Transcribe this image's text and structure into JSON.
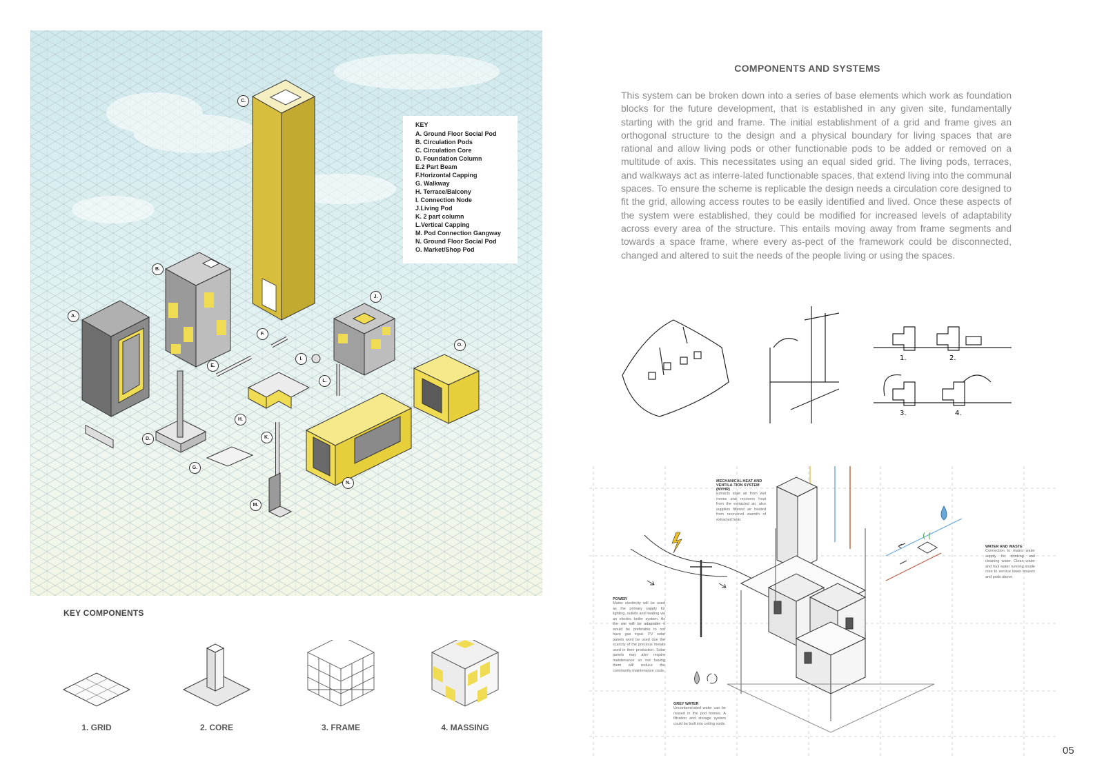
{
  "key": {
    "title": "KEY",
    "items": [
      "A.  Ground Floor Social Pod",
      "B.  Circulation Pods",
      "C.  Circulation Core",
      "D.  Foundation Column",
      "E.2 Part Beam",
      "F.Horizontal Capping",
      "G.  Walkway",
      "H.  Terrace/Balcony",
      "I. Connection Node",
      "J.Living Pod",
      "K.  2 part column",
      "L.Vertical Capping",
      "M.  Pod Connection Gangway",
      "N.  Ground Floor Social Pod",
      "O.  Market/Shop Pod"
    ]
  },
  "callouts": {
    "a": "A.",
    "b": "B.",
    "c": "C.",
    "d": "D.",
    "e": "E.",
    "f": "F.",
    "g": "G.",
    "h": "H.",
    "i": "I.",
    "j": "J.",
    "k": "K.",
    "l": "L.",
    "m": "M.",
    "n": "N.",
    "o": "O."
  },
  "key_components": {
    "title": "KEY COMPONENTS",
    "items": [
      "1. GRID",
      "2. CORE",
      "3. FRAME",
      "4. MASSING"
    ]
  },
  "article": {
    "heading": "COMPONENTS AND SYSTEMS",
    "body": "This system can be broken down into a series of base elements which work as foundation blocks for the future development, that is established in any given site, fundamentally starting with the grid and frame. The initial establishment of a grid and frame gives an orthogonal structure to the design and a physical boundary for living spaces that are rational and allow living pods or other functionable pods to be added or removed on a multitude of axis. This necessitates using an equal sided grid. The living pods, terraces, and walkways act as interre-lated functionable spaces, that extend living into the communal spaces. To ensure the scheme is replicable the design needs a circulation core designed to fit the grid, allowing access routes to be easily identified and lived. Once these aspects of the system were established, they could be modified for increased levels of adaptability across every area of the structure. This entails moving away from frame segments and towards a space frame, where every as-pect of the framework could be disconnected, changed and altered to suit the needs of the people living or using the spaces."
  },
  "sketches": {
    "numbers": [
      "1.",
      "2.",
      "3.",
      "4."
    ]
  },
  "systems": {
    "mvhr": {
      "title": "MECHANICAL HEAT AND VENTILA-TION SYSTEM (MVHR)",
      "text": "Extracts stale air from wet rooms and recovers heat from the extracted air, also supplies filtered air heated from recovered warmth of extracted heat."
    },
    "water": {
      "title": "WATER AND WASTE",
      "text": "Connection to mains water supply for drinking and cleaning water. Clean water and foul water running inside core to service lower houses and pods above."
    },
    "power": {
      "title": "POWER",
      "text": "Mains electricity will be used as the primary supply for lighting, outlets and heating via an electric boiler system. As the site will be adaptable it would be preferable to not have gas input. PV solar panels wont be used due the scarcity of the precious metals used in their production. Solar panels may also require maintenance so not having them will reduce the community maintenance costs."
    },
    "grey": {
      "title": "GREY WATER",
      "text": "Uncontaminated water can be reused in the pod homes. A filtration and storage system could be built into ceiling voids."
    }
  },
  "page_number": "05",
  "colors": {
    "accent_yellow": "#f0dc52",
    "pod_grey": "#8c8c8c",
    "sky": "#cfe9ec"
  }
}
